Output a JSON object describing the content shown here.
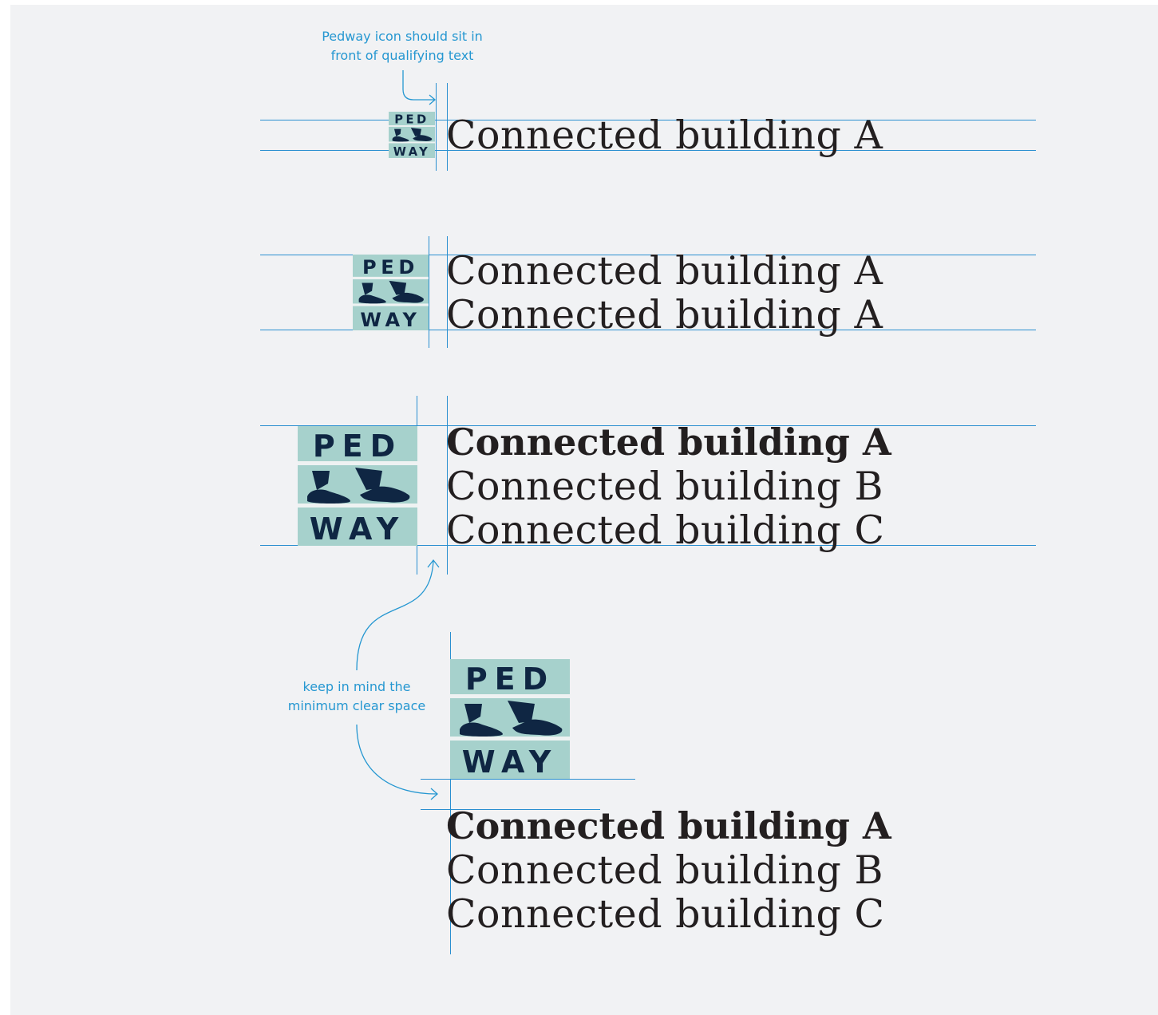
{
  "annotations": {
    "top_note": [
      "Pedway icon should sit in",
      "front of qualifying text"
    ],
    "clear_space_note": [
      "keep in mind the",
      "minimum clear space"
    ]
  },
  "icon": {
    "top_word": "PED",
    "bottom_word": "WAY",
    "colors": {
      "tile": "#a6d1cc",
      "ink": "#0f2643",
      "band": "#eef2f2"
    }
  },
  "examples": {
    "single": {
      "labels": [
        "Connected building A"
      ]
    },
    "double": {
      "labels": [
        "Connected building A",
        "Connected building A"
      ]
    },
    "triple": {
      "labels": [
        "Connected building A",
        "Connected building B",
        "Connected building C"
      ]
    },
    "stacked": {
      "labels": [
        "Connected building A",
        "Connected building B",
        "Connected building C"
      ]
    }
  },
  "colors": {
    "guide": "#2a8fd0",
    "annotation": "#2597d1",
    "text": "#231f20",
    "background": "#f1f2f4"
  }
}
